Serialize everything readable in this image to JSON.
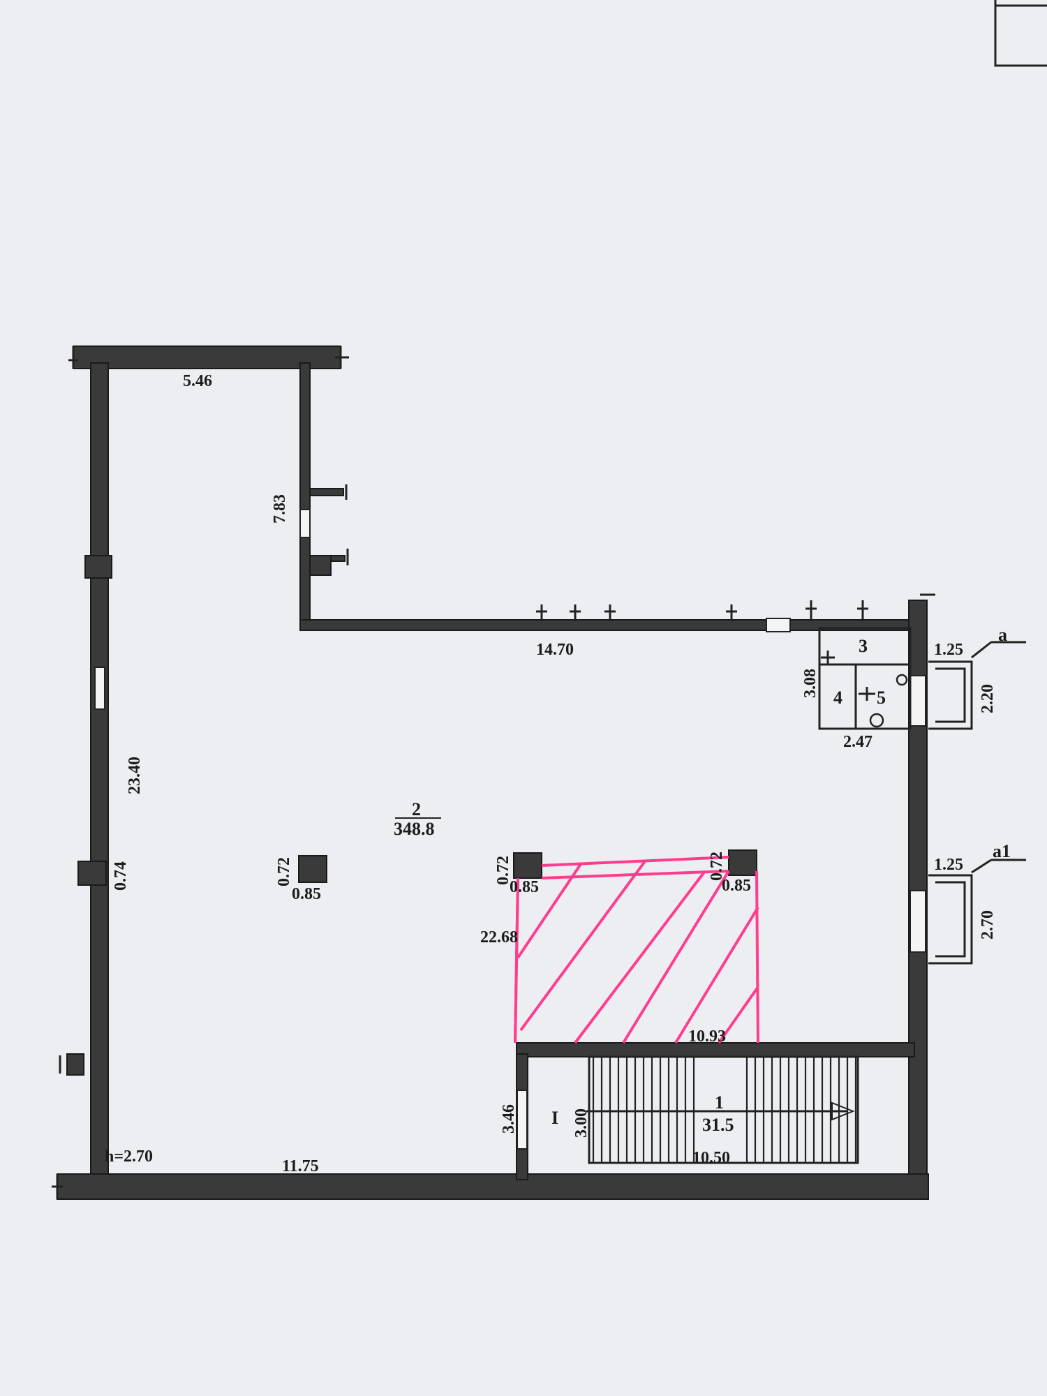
{
  "colors": {
    "paper": "#eceef1",
    "wall": "#3a3a3a",
    "highlight": "#ff3c8e"
  },
  "rooms": [
    {
      "number": "2",
      "area": "348.8"
    },
    {
      "number": "1",
      "area": "31.5"
    },
    {
      "number": "3"
    },
    {
      "number": "4"
    },
    {
      "number": "5"
    }
  ],
  "dimensions": {
    "top_wall": "5.46",
    "upper_wall_height": "7.83",
    "north_wall": "14.70",
    "west_wall": "23.40",
    "west_column": "0.74",
    "column_width": "0.72",
    "column_depth": "0.85",
    "highlight_height": "22.68",
    "highlight_width": "10.93",
    "south_wall": "11.75",
    "stair_width": "10.50",
    "stair_depth": "3.00",
    "stair_opening": "3.46",
    "wc_height": "3.08",
    "wc_width": "2.47",
    "bay_a_width": "1.25",
    "bay_a_depth": "2.20",
    "bay_a1_width": "1.25",
    "bay_a1_depth": "2.70",
    "ceiling_height": "h=2.70"
  },
  "labels": {
    "bay_a": "a",
    "bay_a1": "a1",
    "stair_marker": "I"
  }
}
